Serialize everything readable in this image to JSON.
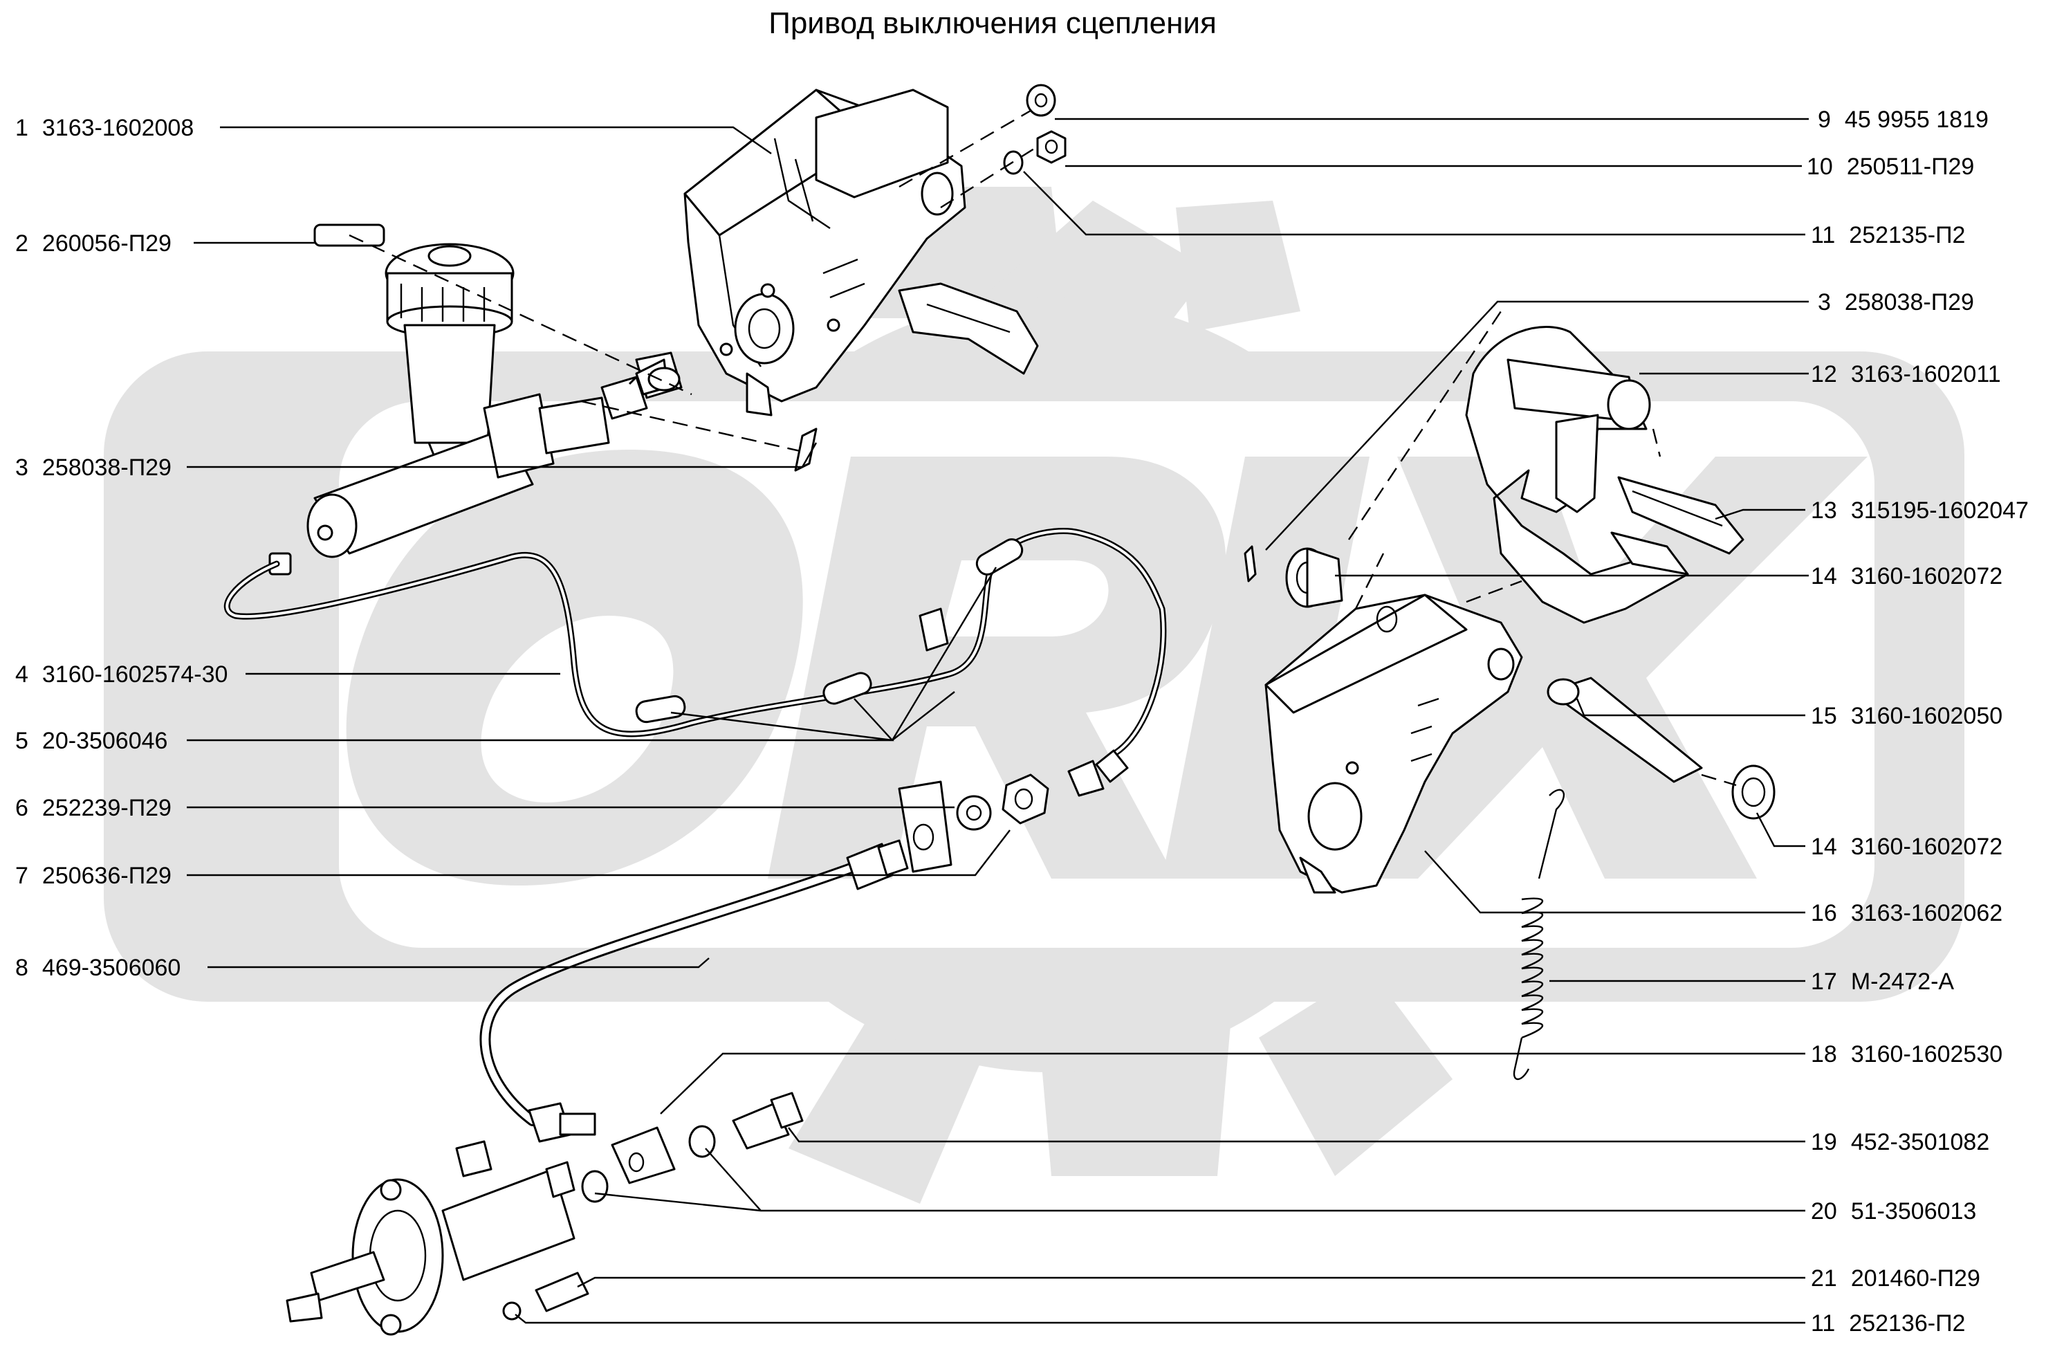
{
  "title": "Привод выключения сцепления",
  "labels": [
    {
      "id": "l1",
      "num": "1",
      "code": "3163-1602008"
    },
    {
      "id": "l2",
      "num": "2",
      "code": "260056-П29"
    },
    {
      "id": "l3a",
      "num": "3",
      "code": "258038-П29"
    },
    {
      "id": "l4",
      "num": "4",
      "code": "3160-1602574-30"
    },
    {
      "id": "l5",
      "num": "5",
      "code": "20-3506046"
    },
    {
      "id": "l6",
      "num": "6",
      "code": "252239-П29"
    },
    {
      "id": "l7",
      "num": "7",
      "code": "250636-П29"
    },
    {
      "id": "l8",
      "num": "8",
      "code": "469-3506060"
    },
    {
      "id": "l9",
      "num": "9",
      "code": "45 9955 1819"
    },
    {
      "id": "l10",
      "num": "10",
      "code": "250511-П29"
    },
    {
      "id": "l11a",
      "num": "11",
      "code": "252135-П2"
    },
    {
      "id": "l3b",
      "num": "3",
      "code": "258038-П29"
    },
    {
      "id": "l12",
      "num": "12",
      "code": "3163-1602011"
    },
    {
      "id": "l13",
      "num": "13",
      "code": "315195-1602047"
    },
    {
      "id": "l14a",
      "num": "14",
      "code": "3160-1602072"
    },
    {
      "id": "l15",
      "num": "15",
      "code": "3160-1602050"
    },
    {
      "id": "l14b",
      "num": "14",
      "code": "3160-1602072"
    },
    {
      "id": "l16",
      "num": "16",
      "code": "3163-1602062"
    },
    {
      "id": "l17",
      "num": "17",
      "code": "М-2472-А"
    },
    {
      "id": "l18",
      "num": "18",
      "code": "3160-1602530"
    },
    {
      "id": "l19",
      "num": "19",
      "code": "452-3501082"
    },
    {
      "id": "l20",
      "num": "20",
      "code": "51-3506013"
    },
    {
      "id": "l21",
      "num": "21",
      "code": "201460-П29"
    },
    {
      "id": "l11b",
      "num": "11",
      "code": "252136-П2"
    }
  ]
}
